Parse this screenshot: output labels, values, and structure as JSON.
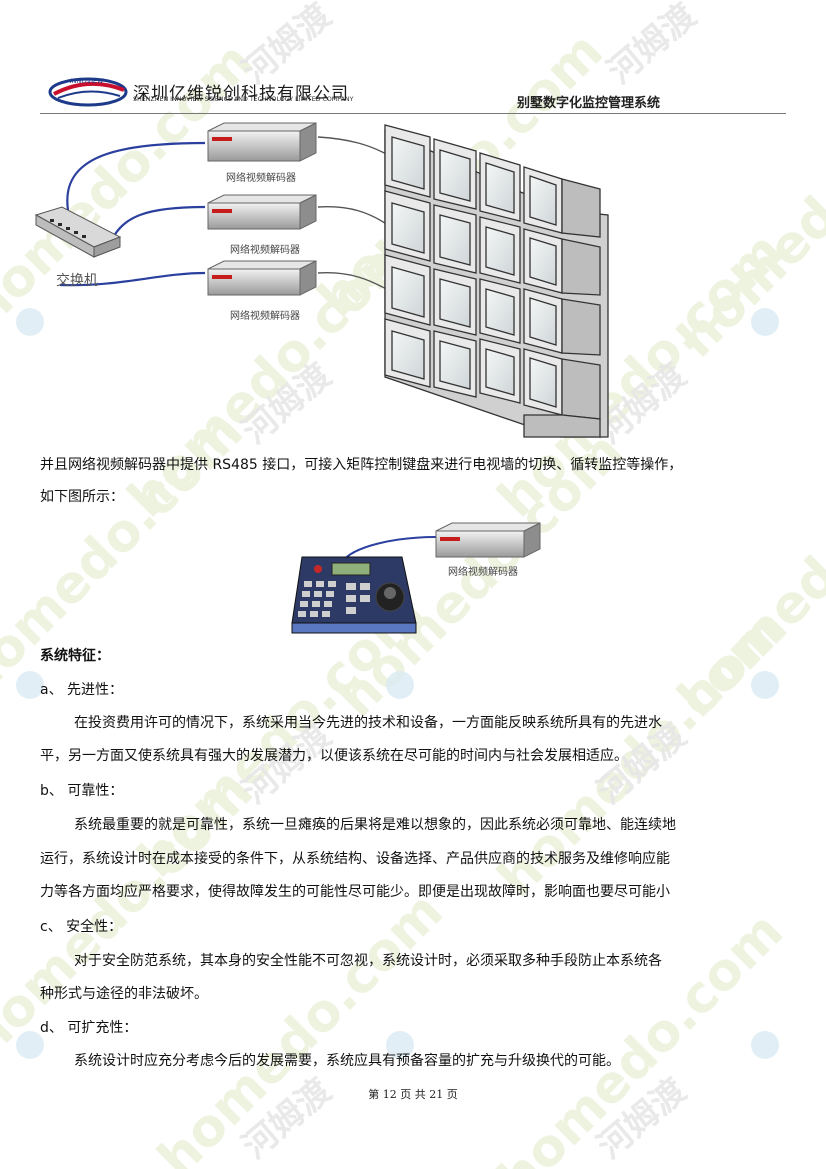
{
  "header": {
    "logo_text": "INNOVIEW",
    "company_cn": "深圳亿维锐创科技有限公司",
    "company_en": "SHENZHEN INNOVIEW SCIENCE AND TECHNOLOGY LIMITED COMPANY",
    "system_title": "别墅数字化监控管理系统"
  },
  "diagram1": {
    "decoder_labels": [
      "网络视频解码器",
      "网络视频解码器",
      "网络视频解码器"
    ],
    "switch_label": "交换机"
  },
  "intro": {
    "line1": "并且网络视频解码器中提供 RS485 接口，可接入矩阵控制键盘来进行电视墙的切换、循转监控等操作，",
    "line2": "如下图所示："
  },
  "diagram2": {
    "decoder_label": "网络视频解码器"
  },
  "features": {
    "heading": "系统特征：",
    "a_title": "a、 先进性：",
    "a_lines": [
      "在投资费用许可的情况下，系统采用当今先进的技术和设备，一方面能反映系统所具有的先进水",
      "平，另一方面又使系统具有强大的发展潜力，以便该系统在尽可能的时间内与社会发展相适应。"
    ],
    "b_title": "b、 可靠性：",
    "b_lines": [
      "系统最重要的就是可靠性，系统一旦瘫痪的后果将是难以想象的，因此系统必须可靠地、能连续地",
      "运行，系统设计时在成本接受的条件下，从系统结构、设备选择、产品供应商的技术服务及维修响应能",
      "力等各方面均应严格要求，使得故障发生的可能性尽可能少。即便是出现故障时，影响面也要尽可能小"
    ],
    "c_title": "c、 安全性：",
    "c_lines": [
      "对于安全防范系统，其本身的安全性能不可忽视，系统设计时，必须采取多种手段防止本系统各",
      "种形式与途径的非法破坏。"
    ],
    "d_title": "d、 可扩充性：",
    "d_lines": [
      "系统设计时应充分考虑今后的发展需要，系统应具有预备容量的扩充与升级换代的可能。"
    ]
  },
  "footer": {
    "page_info": "第 12 页 共 21 页"
  },
  "watermark": {
    "text_latin": "homedo.com",
    "text_cn": "河姆渡"
  }
}
